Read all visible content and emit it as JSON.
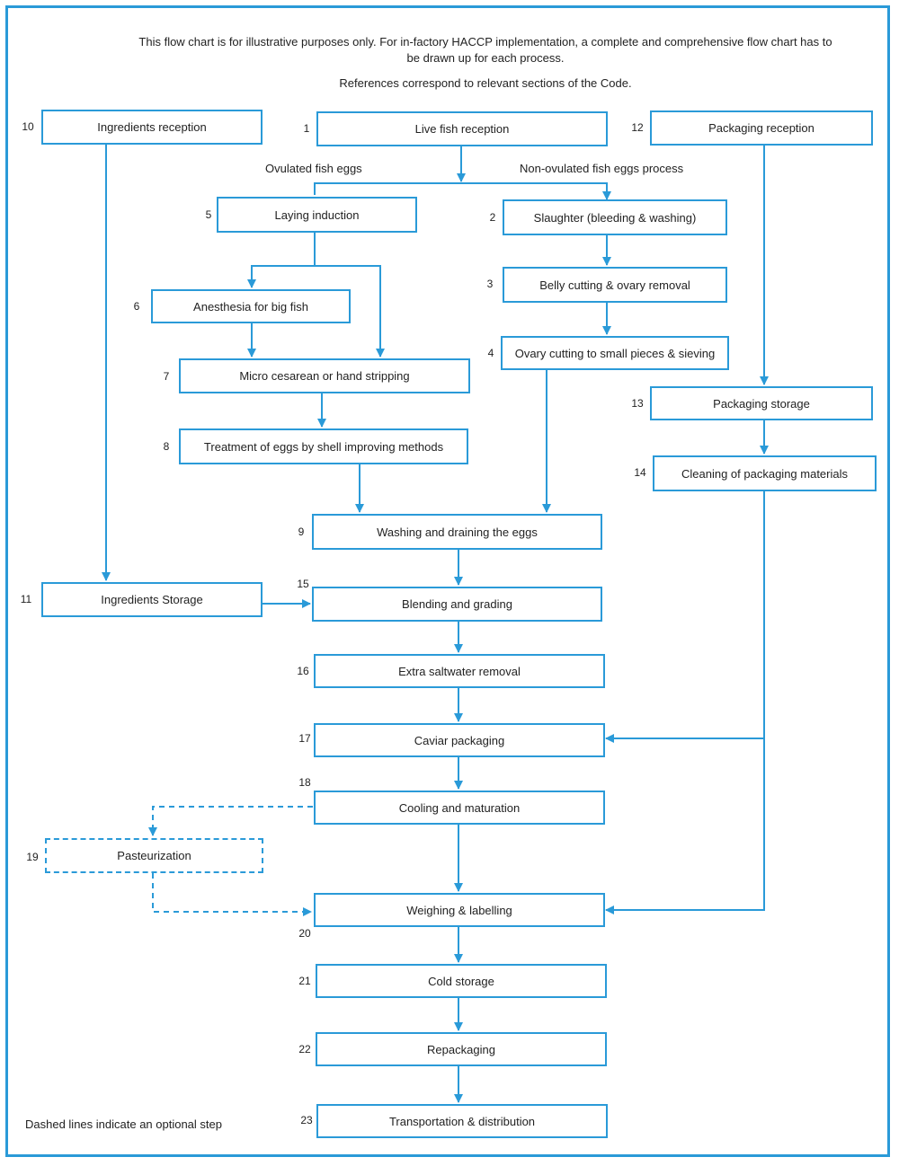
{
  "header": {
    "line1": "This flow chart is for illustrative purposes only. For in-factory HACCP implementation, a complete and comprehensive flow chart has to be drawn up for each process.",
    "line2": "References correspond to relevant sections of the Code."
  },
  "branches": {
    "ovulated": "Ovulated fish eggs",
    "non_ovulated": "Non-ovulated fish eggs process"
  },
  "steps": {
    "s1": {
      "num": "1",
      "label": "Live fish reception"
    },
    "s2": {
      "num": "2",
      "label": "Slaughter (bleeding & washing)"
    },
    "s3": {
      "num": "3",
      "label": "Belly cutting & ovary removal"
    },
    "s4": {
      "num": "4",
      "label": "Ovary cutting to small pieces & sieving"
    },
    "s5": {
      "num": "5",
      "label": "Laying induction"
    },
    "s6": {
      "num": "6",
      "label": "Anesthesia for big fish"
    },
    "s7": {
      "num": "7",
      "label": "Micro cesarean or hand stripping"
    },
    "s8": {
      "num": "8",
      "label": "Treatment of eggs by shell improving methods"
    },
    "s9": {
      "num": "9",
      "label": "Washing and draining the eggs"
    },
    "s10": {
      "num": "10",
      "label": "Ingredients reception"
    },
    "s11": {
      "num": "11",
      "label": "Ingredients Storage"
    },
    "s12": {
      "num": "12",
      "label": "Packaging reception"
    },
    "s13": {
      "num": "13",
      "label": "Packaging storage"
    },
    "s14": {
      "num": "14",
      "label": "Cleaning of packaging materials"
    },
    "s15": {
      "num": "15",
      "label": "Blending and grading"
    },
    "s16": {
      "num": "16",
      "label": "Extra saltwater removal"
    },
    "s17": {
      "num": "17",
      "label": "Caviar packaging"
    },
    "s18": {
      "num": "18",
      "label": "Cooling and maturation"
    },
    "s19": {
      "num": "19",
      "label": "Pasteurization"
    },
    "s20": {
      "num": "20",
      "label": "Weighing & labelling"
    },
    "s21": {
      "num": "21",
      "label": "Cold storage"
    },
    "s22": {
      "num": "22",
      "label": "Repackaging"
    },
    "s23": {
      "num": "23",
      "label": "Transportation & distribution"
    }
  },
  "footnote": "Dashed lines indicate an optional step",
  "colors": {
    "line": "#2a9ad8"
  }
}
